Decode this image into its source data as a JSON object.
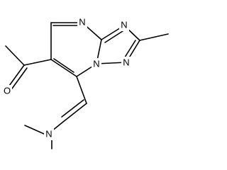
{
  "molecule": {
    "atoms": {
      "n_top": "N",
      "n_triazole_top": "N",
      "n_triazole_bottom": "N",
      "n_bridge": "N",
      "o_carbonyl": "O",
      "n_amine": "N"
    }
  }
}
